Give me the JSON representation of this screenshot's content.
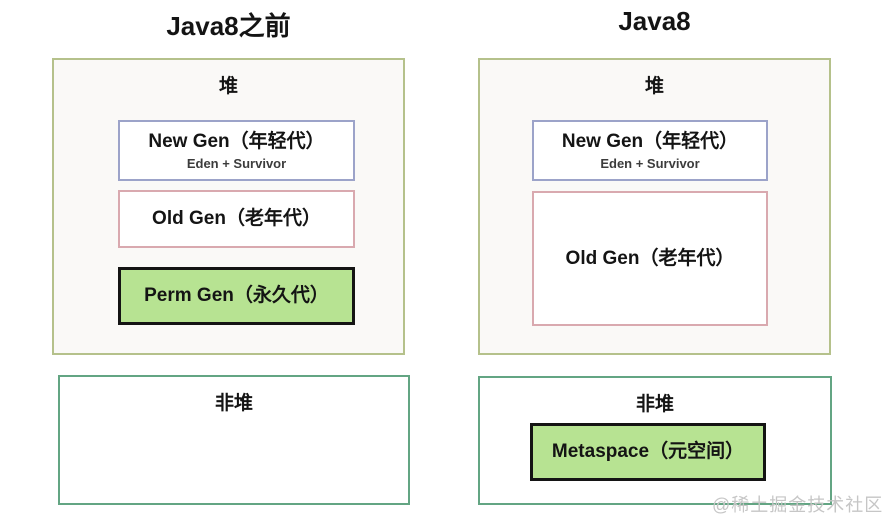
{
  "watermark": "@稀土掘金技术社区",
  "colors": {
    "heap_border": "#b5c18b",
    "non_heap_border": "#63a583",
    "new_gen_border": "#9ca3c9",
    "old_gen_border": "#d9a9af",
    "highlight_fill": "#b7e392",
    "highlight_border": "#141414",
    "heap_fill": "#faf9f7",
    "watermark_color": "#c6c6c6"
  },
  "panels": [
    {
      "title": "Java8之前",
      "heap": {
        "label": "堆",
        "regions": [
          {
            "name": "new-gen",
            "label": "New Gen（年轻代）",
            "sublabel": "Eden + Survivor",
            "highlighted": false
          },
          {
            "name": "old-gen",
            "label": "Old Gen（老年代）",
            "highlighted": false
          },
          {
            "name": "perm-gen",
            "label": "Perm Gen（永久代）",
            "highlighted": true
          }
        ]
      },
      "non_heap": {
        "label": "非堆",
        "regions": []
      }
    },
    {
      "title": "Java8",
      "heap": {
        "label": "堆",
        "regions": [
          {
            "name": "new-gen",
            "label": "New Gen（年轻代）",
            "sublabel": "Eden + Survivor",
            "highlighted": false
          },
          {
            "name": "old-gen",
            "label": "Old Gen（老年代）",
            "highlighted": false
          }
        ]
      },
      "non_heap": {
        "label": "非堆",
        "regions": [
          {
            "name": "metaspace",
            "label": "Metaspace（元空间）",
            "highlighted": true
          }
        ]
      }
    }
  ]
}
